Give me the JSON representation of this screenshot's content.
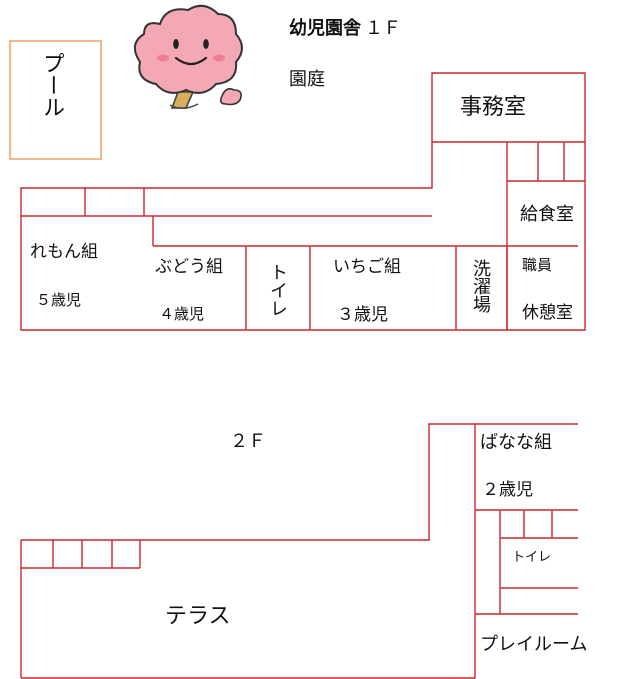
{
  "colors": {
    "wall": "#c8282c",
    "pool_border": "#e8a060",
    "mascot_pink": "#f4a7b4",
    "mascot_trunk": "#d9b05a"
  },
  "header": {
    "building": "幼児園舎",
    "floor1": "１Ｆ"
  },
  "garden": "園庭",
  "pool": "プール",
  "mascot": {
    "icon": "smiling-tree-mascot"
  },
  "floor1": {
    "office": "事務室",
    "kitchen": "給食室",
    "staff_room_line1": "職員",
    "staff_room_line2": "休憩室",
    "laundry": "洗濯場",
    "toilet": "トイレ",
    "rooms": [
      {
        "name": "れもん組",
        "age": "５歳児"
      },
      {
        "name": "ぶどう組",
        "age": "４歳児"
      },
      {
        "name": "いちご組",
        "age": "３歳児"
      }
    ]
  },
  "floor2": {
    "title": "２Ｆ",
    "banana": {
      "name": "ばなな組",
      "age": "２歳児"
    },
    "toilet": "トイレ",
    "terrace": "テラス",
    "playroom": "プレイルーム"
  }
}
